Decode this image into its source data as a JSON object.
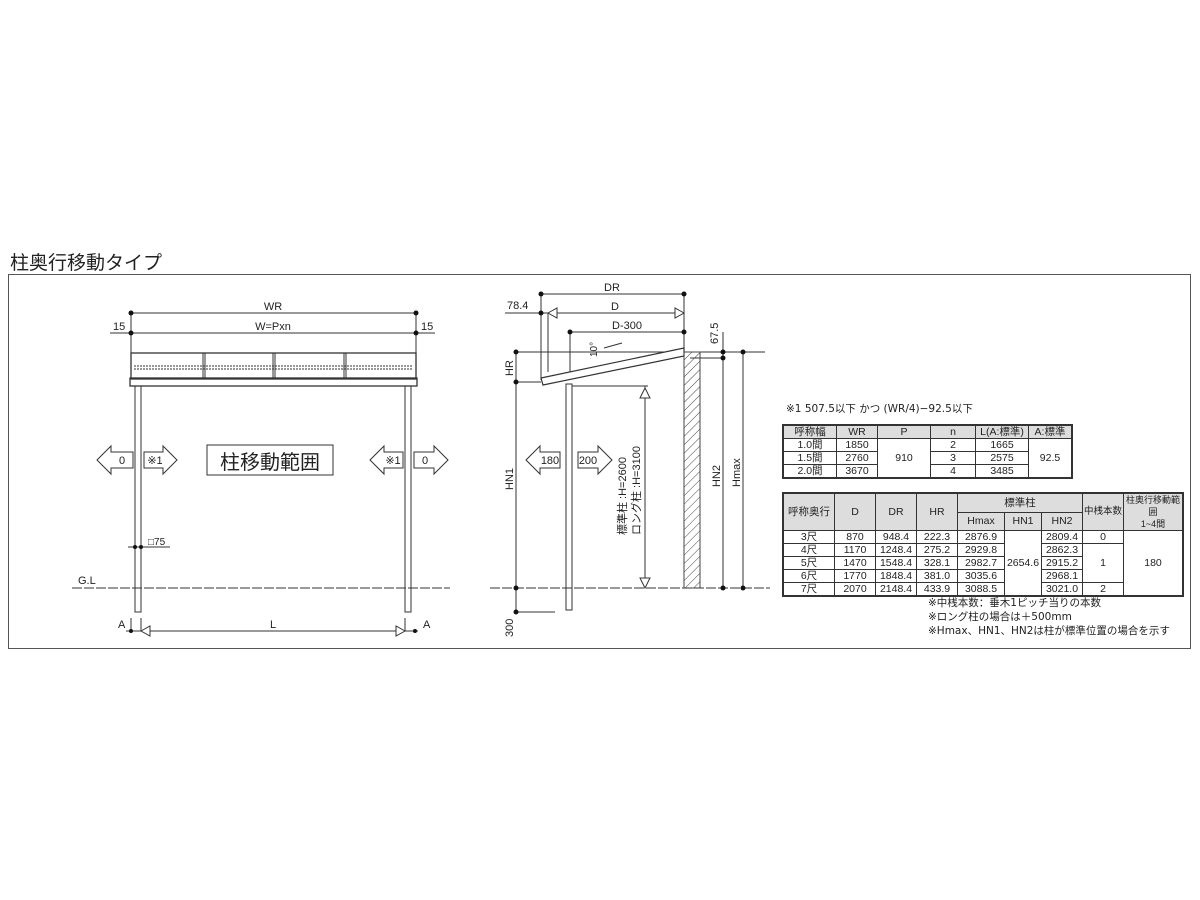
{
  "title": "柱奥行移動タイプ",
  "front_view": {
    "dim_wr": "WR",
    "dim_w": "W=Pxn",
    "dim_left_15": "15",
    "dim_right_15": "15",
    "range_label": "柱移動範囲",
    "left_out": "0",
    "left_in": "※1",
    "right_in": "※1",
    "right_out": "0",
    "post_size": "□75",
    "ground": "G.L",
    "dim_a_left": "A",
    "dim_l": "L",
    "dim_a_right": "A"
  },
  "side_view": {
    "dim_dr": "DR",
    "dim_784": "78.4",
    "dim_d": "D",
    "dim_d300": "D-300",
    "angle": "10°",
    "dim_675": "67.5",
    "dim_hr": "HR",
    "dim_hn1": "HN1",
    "dim_hn2": "HN2",
    "dim_hmax": "Hmax",
    "move_back": "180",
    "move_fwd": "200",
    "std_post": "標準柱 :H=2600",
    "long_post": "ロング柱 :H=3100",
    "dim_300": "300"
  },
  "note1": "※1  507.5以下 かつ (WR/4)−92.5以下",
  "width_table": {
    "headers": [
      "呼称幅",
      "WR",
      "P",
      "n",
      "L(A:標準)",
      "A:標準"
    ],
    "p_value": "910",
    "a_value": "92.5",
    "rows": [
      {
        "name": "1.0間",
        "wr": "1850",
        "n": "2",
        "l": "1665"
      },
      {
        "name": "1.5間",
        "wr": "2760",
        "n": "3",
        "l": "2575"
      },
      {
        "name": "2.0間",
        "wr": "3670",
        "n": "4",
        "l": "3485"
      }
    ]
  },
  "depth_table": {
    "headers": {
      "name": "呼称奥行",
      "d": "D",
      "dr": "DR",
      "hr": "HR",
      "std": "標準柱",
      "hmax": "Hmax",
      "hn1": "HN1",
      "hn2": "HN2",
      "mid": "中桟本数",
      "range": "柱奥行移動範囲",
      "range_sub": "1~4間"
    },
    "hn1_value": "2654.6",
    "range_value": "180",
    "rows": [
      {
        "name": "3尺",
        "d": "870",
        "dr": "948.4",
        "hr": "222.3",
        "hmax": "2876.9",
        "hn2": "2809.4"
      },
      {
        "name": "4尺",
        "d": "1170",
        "dr": "1248.4",
        "hr": "275.2",
        "hmax": "2929.8",
        "hn2": "2862.3"
      },
      {
        "name": "5尺",
        "d": "1470",
        "dr": "1548.4",
        "hr": "328.1",
        "hmax": "2982.7",
        "hn2": "2915.2"
      },
      {
        "name": "6尺",
        "d": "1770",
        "dr": "1848.4",
        "hr": "381.0",
        "hmax": "3035.6",
        "hn2": "2968.1"
      },
      {
        "name": "7尺",
        "d": "2070",
        "dr": "2148.4",
        "hr": "433.9",
        "hmax": "3088.5",
        "hn2": "3021.0"
      }
    ],
    "mid": [
      "0",
      "1",
      "2"
    ]
  },
  "notes": [
    "※中桟本数：垂木1ピッチ当りの本数",
    "※ロング柱の場合は＋500mm",
    "※Hmax、HN1、HN2は柱が標準位置の場合を示す"
  ]
}
